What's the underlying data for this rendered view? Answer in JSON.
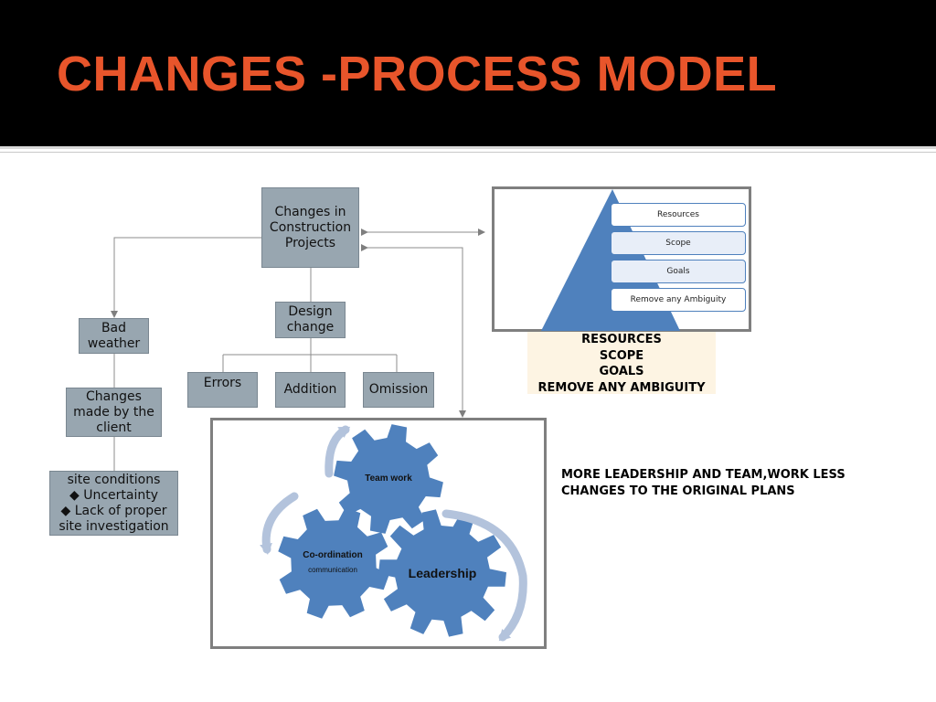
{
  "title": "CHANGES -PROCESS MODEL",
  "root": {
    "lines": [
      "Changes in",
      "Construction",
      "Projects"
    ]
  },
  "bad_weather": {
    "lines": [
      "Bad",
      "weather"
    ]
  },
  "client_changes": {
    "lines": [
      "Changes",
      "made by the",
      "client"
    ]
  },
  "site_conditions": {
    "lines": [
      "site conditions",
      "◆ Uncertainty",
      "◆ Lack of proper",
      "site investigation"
    ]
  },
  "design_change": {
    "lines": [
      "Design",
      "change"
    ]
  },
  "design_children": [
    "Errors",
    "Addition",
    "Omission"
  ],
  "pyramid": {
    "color": "#4f81bd",
    "items": [
      "Resources",
      "Scope",
      "Goals",
      "Remove any Ambiguity"
    ]
  },
  "pyramid_caption": [
    "RESOURCES",
    "SCOPE",
    "GOALS",
    "REMOVE ANY AMBIGUITY"
  ],
  "gears": {
    "color": "#4f81bd",
    "arrow_color": "#b3c3dc",
    "team_work": "Team work",
    "coordination": "Co-ordination",
    "communication": "communication",
    "leadership": "Leadership"
  },
  "note": [
    "MORE LEADERSHIP AND TEAM,WORK LESS",
    "CHANGES TO THE ORIGINAL PLANS"
  ],
  "colors": {
    "title": "#e8552b",
    "box_fill": "#98a6b0",
    "frame_border": "#7f7f7f",
    "caption_bg": "#fdf4e3"
  }
}
